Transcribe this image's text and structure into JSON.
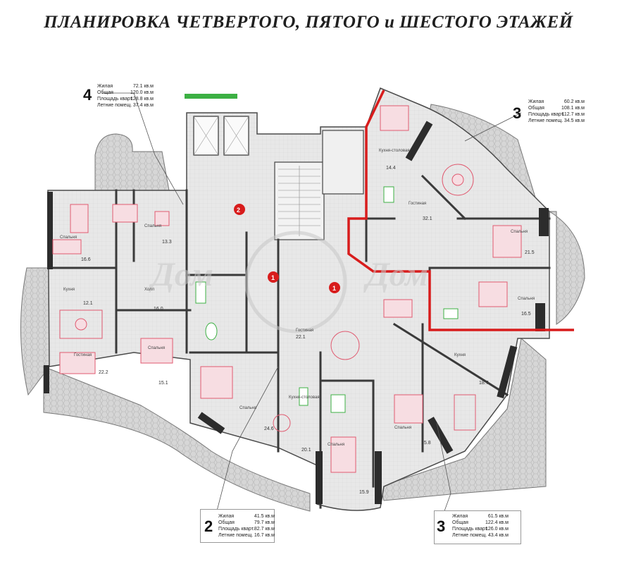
{
  "title": "ПЛАНИРОВКА ЧЕТВЕРТОГО, ПЯТОГО и ШЕСТОГО ЭТАЖЕЙ",
  "watermark": "Дом",
  "colors": {
    "wall": "#3a3a3a",
    "room_fill": "#e6e6e6",
    "balcony_fill": "#d8d8d8",
    "furniture": "#e05a70",
    "highlight": "#d81c1c",
    "green_mark": "#3cb043"
  },
  "apartments": [
    {
      "id": "4",
      "number": "4",
      "rows": [
        {
          "label": "Жилая",
          "value": "72.1 кв.м"
        },
        {
          "label": "Общая",
          "value": "120.0 кв.м"
        },
        {
          "label": "Площадь кварт.",
          "value": "128.8 кв.м"
        },
        {
          "label": "Летние помещ.",
          "value": "37.4 кв.м"
        }
      ]
    },
    {
      "id": "3-top",
      "number": "3",
      "rows": [
        {
          "label": "Жилая",
          "value": "60.2 кв.м"
        },
        {
          "label": "Общая",
          "value": "108.1 кв.м"
        },
        {
          "label": "Площадь кварт.",
          "value": "112.7 кв.м"
        },
        {
          "label": "Летние помещ.",
          "value": "34.5 кв.м"
        }
      ]
    },
    {
      "id": "2",
      "number": "2",
      "rows": [
        {
          "label": "Жилая",
          "value": "41.5 кв.м"
        },
        {
          "label": "Общая",
          "value": "79.7 кв.м"
        },
        {
          "label": "Площадь кварт.",
          "value": "82.7 кв.м"
        },
        {
          "label": "Летние помещ.",
          "value": "16.7 кв.м"
        }
      ]
    },
    {
      "id": "3-bottom",
      "number": "3",
      "rows": [
        {
          "label": "Жилая",
          "value": "61.5 кв.м"
        },
        {
          "label": "Общая",
          "value": "122.4 кв.м"
        },
        {
          "label": "Площадь кварт.",
          "value": "126.0 кв.м"
        },
        {
          "label": "Летние помещ.",
          "value": "43.4 кв.м"
        }
      ]
    }
  ],
  "rooms": [
    {
      "name": "Спальня",
      "area": "13.3"
    },
    {
      "name": "Спальня",
      "area": "16.6"
    },
    {
      "name": "Кухня",
      "area": "12.1"
    },
    {
      "name": "Гостиная",
      "area": "22.2"
    },
    {
      "name": "Холл",
      "area": "16.0"
    },
    {
      "name": "Спальня",
      "area": "15.1"
    },
    {
      "name": "Спальня",
      "area": "24.6"
    },
    {
      "name": "Гостиная",
      "area": "22.1"
    },
    {
      "name": "Кухня-столовая",
      "area": "14.4"
    },
    {
      "name": "Гостиная",
      "area": "32.1"
    },
    {
      "name": "Спальня",
      "area": "21.5"
    },
    {
      "name": "Спальня",
      "area": "16.5"
    },
    {
      "name": "Кухня",
      "area": "18.7"
    },
    {
      "name": "Спальня",
      "area": "15.8"
    },
    {
      "name": "Спальня",
      "area": "15.9"
    },
    {
      "name": "Кухня-столовая",
      "area": "20.1"
    }
  ],
  "markers": [
    "1",
    "1",
    "2"
  ]
}
